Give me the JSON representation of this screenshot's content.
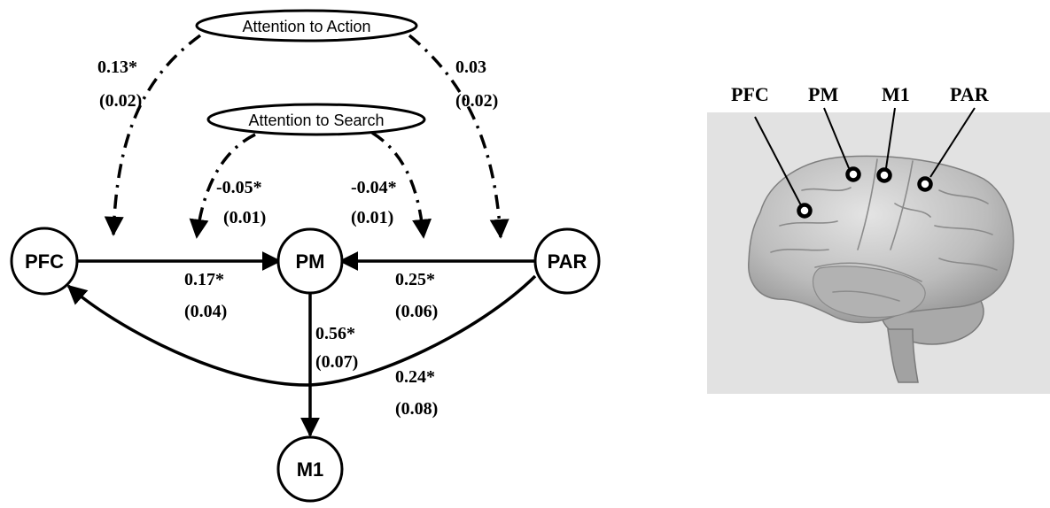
{
  "path_model": {
    "modulators": {
      "attention_to_action": "Attention to Action",
      "attention_to_search": "Attention to Search"
    },
    "nodes": {
      "pfc": "PFC",
      "pm": "PM",
      "par": "PAR",
      "m1": "M1"
    },
    "coefficients": {
      "action_to_pfc": {
        "value": "0.13*",
        "se": "(0.02)"
      },
      "action_to_par": {
        "value": "0.03",
        "se": "(0.02)"
      },
      "search_to_pfc_pm": {
        "value": "-0.05*",
        "se": "(0.01)"
      },
      "search_to_par_pm": {
        "value": "-0.04*",
        "se": "(0.01)"
      },
      "pfc_to_pm": {
        "value": "0.17*",
        "se": "(0.04)"
      },
      "par_to_pm": {
        "value": "0.25*",
        "se": "(0.06)"
      },
      "pm_to_m1": {
        "value": "0.56*",
        "se": "(0.07)"
      },
      "par_to_pfc": {
        "value": "0.24*",
        "se": "(0.08)"
      }
    }
  },
  "brain_figure": {
    "labels": {
      "pfc": "PFC",
      "pm": "PM",
      "m1": "M1",
      "par": "PAR"
    },
    "colors": {
      "panel_background": "#e2e2e2",
      "brain_fill": "#bdbdbd"
    }
  }
}
